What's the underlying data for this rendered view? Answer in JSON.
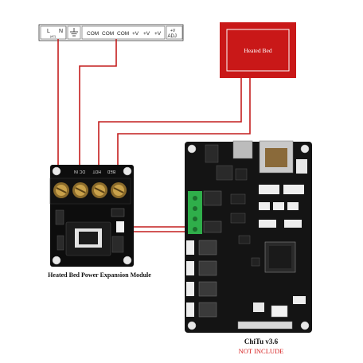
{
  "psu_terminals": {
    "ac_labels": [
      "L",
      "N"
    ],
    "ac_sub": "(AC)",
    "ground_icon": "ground-icon",
    "outputs": [
      "COM",
      "COM",
      "COM",
      "+V",
      "+V",
      "+V"
    ],
    "adj_top": "+V",
    "adj_bottom": "ADJ"
  },
  "heated_bed": {
    "label": "Heated Bed",
    "color": "#c91818"
  },
  "expansion_module": {
    "caption": "Heated Bed Power Expansion Module",
    "terminal_labels": [
      "IN",
      "DC",
      "HOT",
      "BED"
    ],
    "pcb_color": "#0d0d0d"
  },
  "mainboard": {
    "name": "ChiTu v3.6",
    "note": "NOT INCLUDE",
    "note_color": "#d62020",
    "pcb_color": "#141414",
    "terminal_color": "#2fae4a"
  },
  "wire_colors": {
    "red": "#c41e1e",
    "black": "#1a1a1a"
  }
}
